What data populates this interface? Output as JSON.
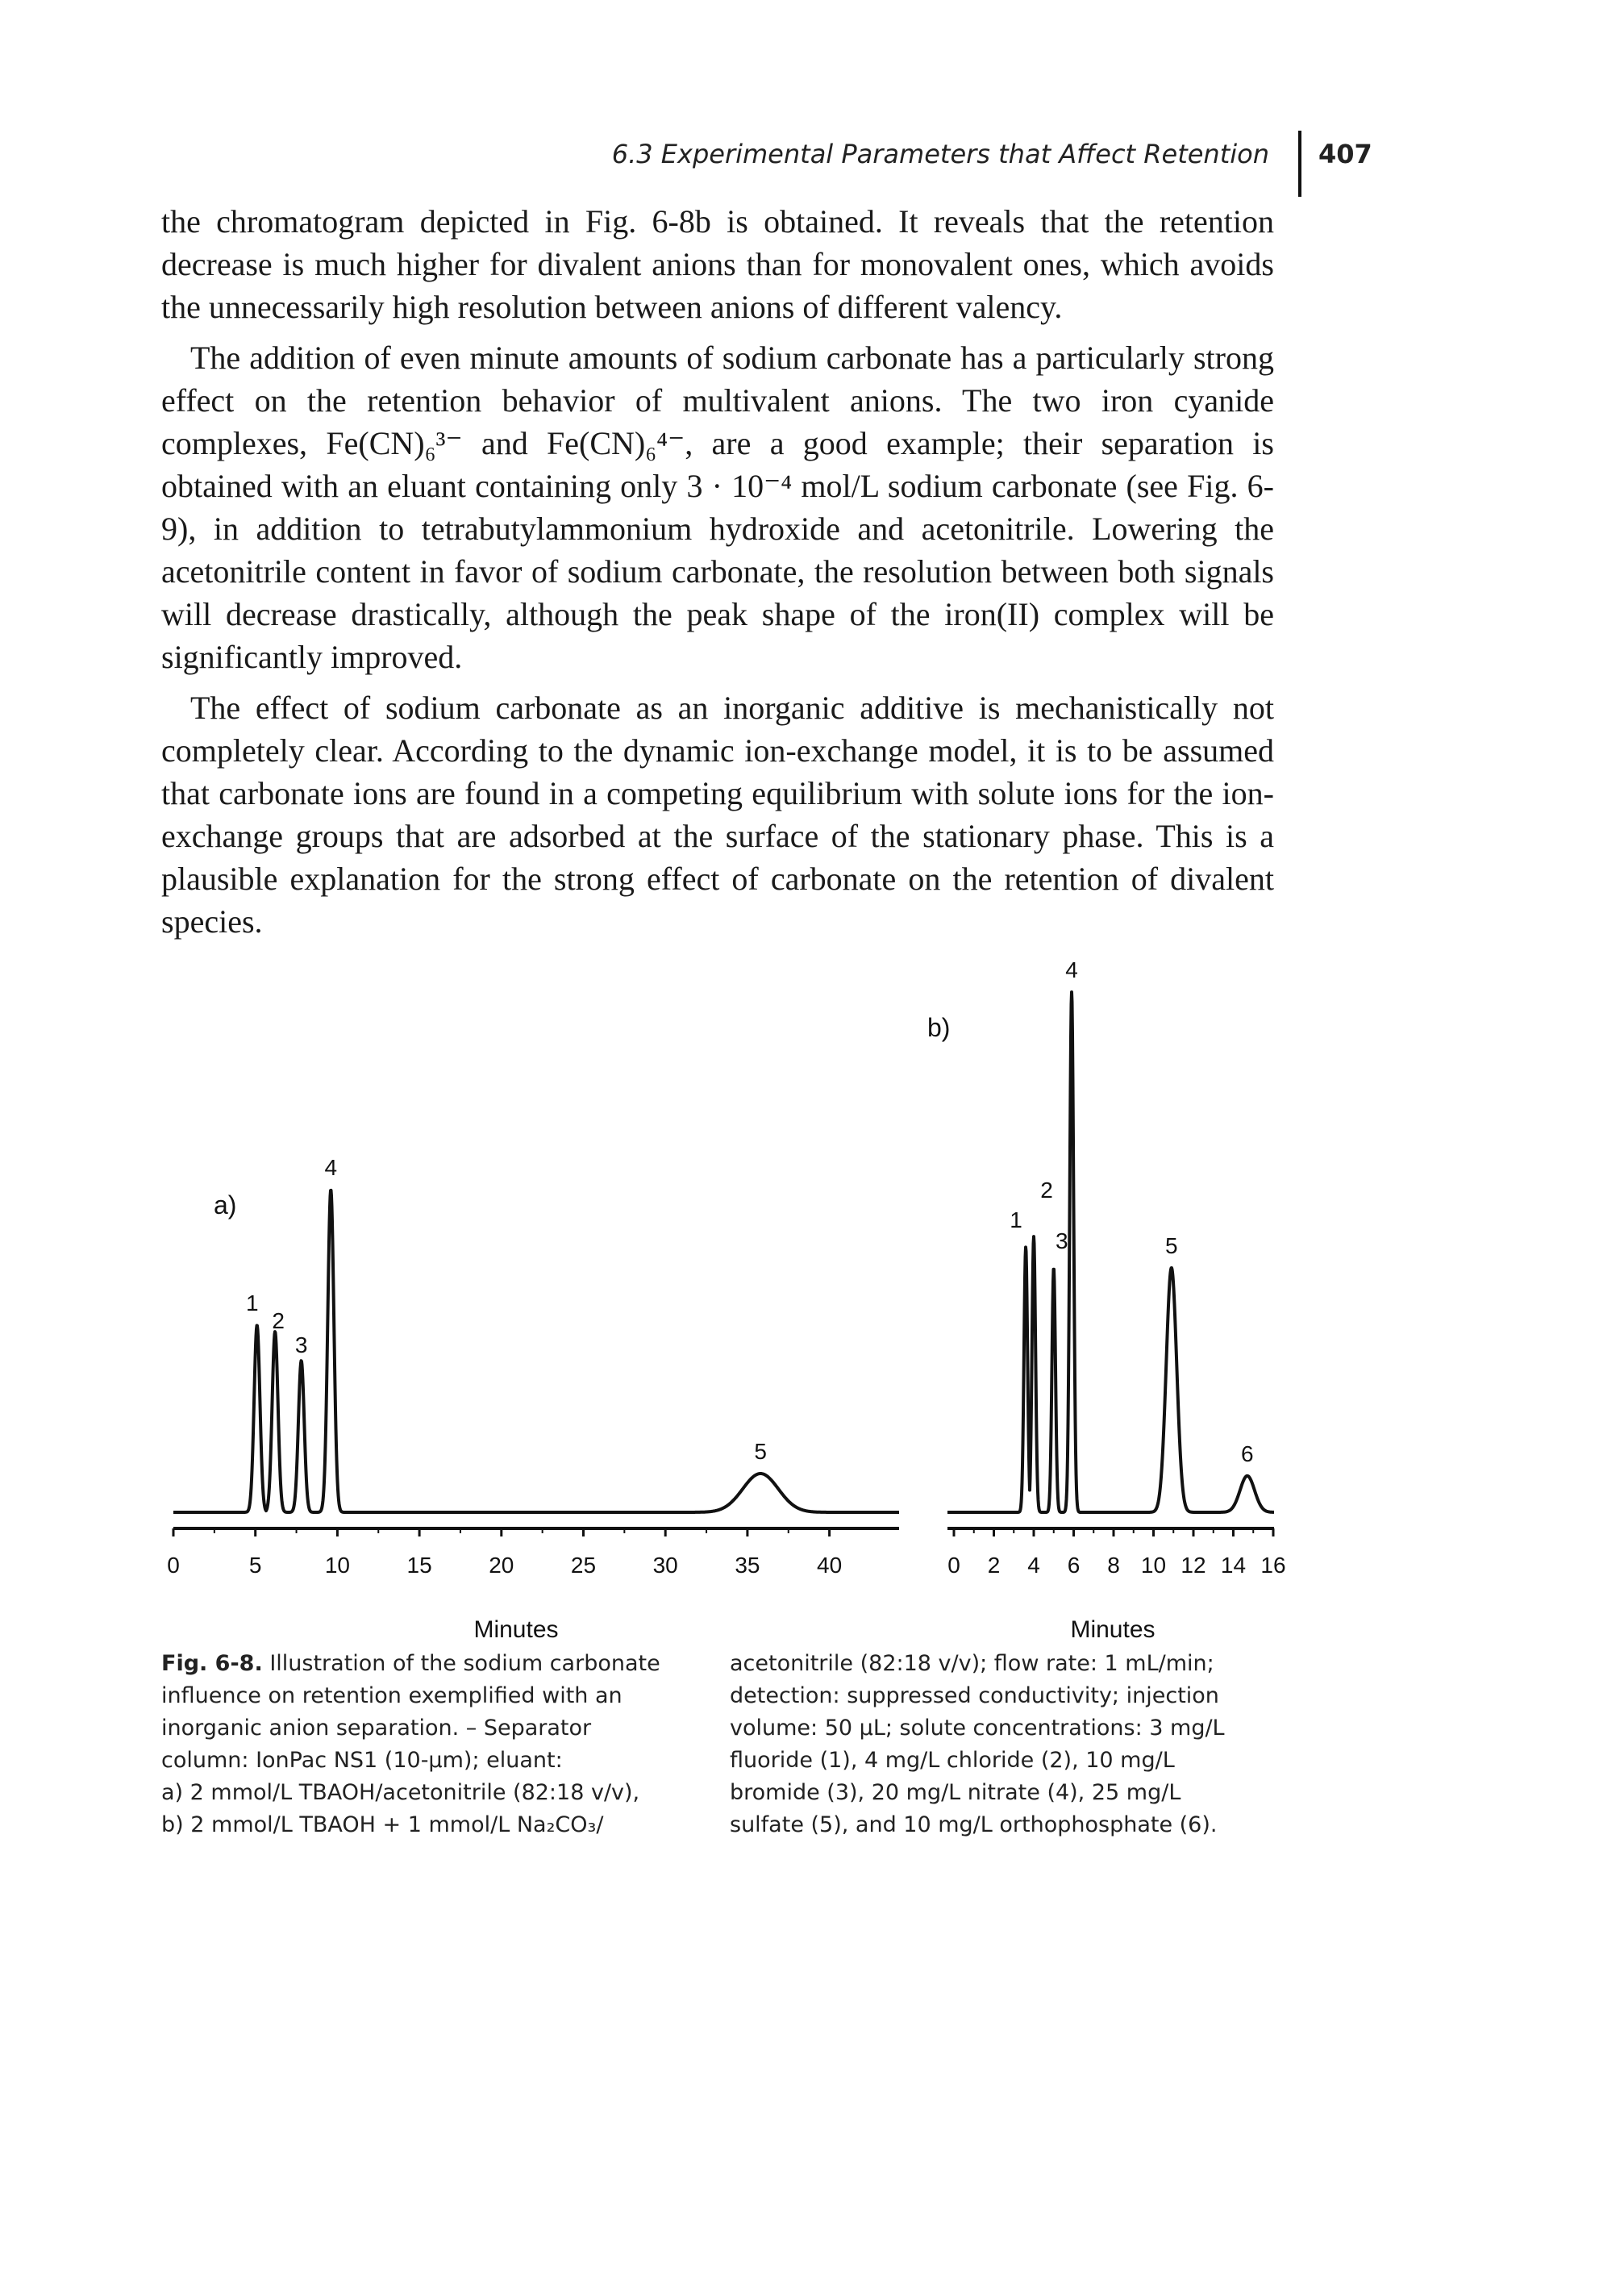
{
  "header": {
    "running_head": "6.3 Experimental Parameters that Affect Retention",
    "page_number": "407"
  },
  "paragraphs": [
    "the chromatogram depicted in Fig. 6-8b is obtained. It reveals that the retention decrease is much higher for divalent anions than for monovalent ones, which avoids the unnecessarily high resolution between anions of different valency.",
    "The addition of even minute amounts of sodium carbonate has a particularly strong effect on the retention behavior of multivalent anions. The two iron cyanide complexes, Fe(CN)₆³⁻ and Fe(CN)₆⁴⁻, are a good example; their separation is obtained with an eluant containing only 3 · 10⁻⁴ mol/L sodium carbonate (see Fig. 6-9), in addition to tetrabutylammonium hydroxide and acetonitrile. Lowering the acetonitrile content in favor of sodium carbonate, the resolution between both signals will decrease drastically, although the peak shape of the iron(II) complex will be significantly improved.",
    "The effect of sodium carbonate as an inorganic additive is mechanistically not completely clear. According to the dynamic ion-exchange model, it is to be assumed that carbonate ions are found in a competing equilibrium with solute ions for the ion-exchange groups that are adsorbed at the surface of the stationary phase. This is a plausible explanation for the strong effect of carbonate on the retention of divalent species."
  ],
  "chart_data": [
    {
      "type": "line",
      "panel_label": "a)",
      "xlabel": "Minutes",
      "xlim": [
        0,
        42
      ],
      "x_ticks": [
        "0",
        "5",
        "10",
        "15",
        "20",
        "25",
        "30",
        "35",
        "40"
      ],
      "peaks": [
        {
          "label": "1",
          "x": 5.1,
          "height": 58
        },
        {
          "label": "2",
          "x": 6.2,
          "height": 56
        },
        {
          "label": "3",
          "x": 7.8,
          "height": 47
        },
        {
          "label": "4",
          "x": 9.6,
          "height": 100
        },
        {
          "label": "5",
          "x": 35.8,
          "height": 12
        }
      ]
    },
    {
      "type": "line",
      "panel_label": "b)",
      "xlabel": "Minutes",
      "xlim": [
        0,
        16.5
      ],
      "x_ticks": [
        "0",
        "2",
        "4",
        "6",
        "8",
        "10",
        "12",
        "14",
        "16"
      ],
      "peaks": [
        {
          "label": "1",
          "x": 3.6,
          "height": 51
        },
        {
          "label": "2",
          "x": 4.0,
          "height": 53
        },
        {
          "label": "3",
          "x": 5.0,
          "height": 47
        },
        {
          "label": "4",
          "x": 5.9,
          "height": 100
        },
        {
          "label": "5",
          "x": 10.9,
          "height": 47
        },
        {
          "label": "6",
          "x": 14.7,
          "height": 7
        }
      ]
    }
  ],
  "caption": {
    "left_lines": [
      "Fig. 6-8.",
      "Illustration of the sodium carbonate",
      "influence on retention exemplified with an",
      "inorganic anion separation. – Separator",
      "column: IonPac NS1 (10-μm); eluant:",
      "a) 2 mmol/L TBAOH/acetonitrile (82:18 v/v),",
      "b) 2 mmol/L TBAOH + 1 mmol/L Na₂CO₃/"
    ],
    "right_lines": [
      "acetonitrile (82:18 v/v); flow rate: 1 mL/min;",
      "detection: suppressed conductivity; injection",
      "volume: 50 μL; solute concentrations: 3 mg/L",
      "fluoride (1), 4 mg/L chloride (2), 10 mg/L",
      "bromide (3), 20 mg/L nitrate (4), 25 mg/L",
      "sulfate (5), and 10 mg/L orthophosphate (6)."
    ]
  }
}
